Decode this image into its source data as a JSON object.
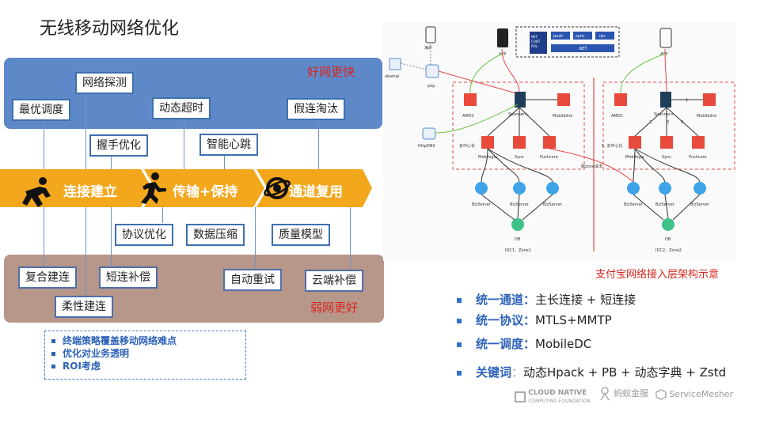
{
  "slide": {
    "title": "无线移动网络优化"
  },
  "panels": {
    "good_network": "好网更快",
    "weak_network": "弱网更好"
  },
  "top_tags": {
    "network_probe": "网络探测",
    "optimal_schedule": "最优调度",
    "dynamic_timeout": "动态超时",
    "fake_conn_eliminate": "假连淘汰",
    "handshake_opt": "握手优化",
    "smart_heartbeat": "智能心跳"
  },
  "steps": {
    "connect": "连接建立",
    "transfer": "传输+保持",
    "reuse": "通道复用"
  },
  "middle_tags": {
    "protocol_opt": "协议优化",
    "data_compress": "数据压缩",
    "quality_model": "质量模型"
  },
  "bottom_tags": {
    "composite_reconnect": "复合建连",
    "short_conn_comp": "短连补偿",
    "auto_retry": "自动重试",
    "cloud_comp": "云端补偿",
    "flexible_connect": "柔性建连"
  },
  "summary_bullets": [
    "终端策略覆盖移动网络难点",
    "优化对业务透明",
    "ROI考虑"
  ],
  "architecture": {
    "caption": "支付宝网络接入层架构示意",
    "labels": {
      "outside": "海外",
      "akamai": "akamai",
      "pop": "pop",
      "app1": "APP",
      "app2": "APP",
      "net_cont_rol": [
        "NET",
        "CONT",
        "ROL"
      ],
      "push": "push",
      "sync": "sync",
      "rpc": "rpc",
      "net": ".NET",
      "amdc1": "AMDC",
      "spanner1": "Spanner+",
      "mobilelink1": "Mobilelink",
      "httpdns": "HttpDNS",
      "decentral1": "去中心化",
      "mobilegw1": "Mobilegw",
      "sync1": "Sync",
      "pushcore1": "Pushcore",
      "cross_zone": "跨zone请求",
      "bizserver": "BizServer",
      "db1": "DB",
      "idc1": "IDC1、Zone1",
      "amdc2": "AMDC",
      "spanner2": "Spanner+",
      "mobilelink2": "Mobilelink",
      "decentral2": "5: 去中心化",
      "mobilegw2": "Mobilegw",
      "sync2": "Sync",
      "pushcore2": "Pushcore",
      "db2": "DB",
      "idc2": "IDC2、Zone2",
      "n1": "1",
      "n2": "2",
      "n3": "3",
      "n4": "4"
    }
  },
  "key_points": [
    {
      "key": "统一通道",
      "sep": "：",
      "value": "主长连接 + 短连接"
    },
    {
      "key": "统一协议",
      "sep": "：",
      "value": "MTLS+MMTP"
    },
    {
      "key": "统一调度",
      "sep": "：",
      "value": "MobileDC"
    },
    {
      "key": "关键词",
      "sep": "：",
      "value": "动态Hpack + PB +  动态字典 + Zstd"
    }
  ],
  "footer_logos": {
    "cncf_line1": "CLOUD NATIVE",
    "cncf_line2": "COMPUTING FOUNDATION",
    "antfin": "蚂蚁金服",
    "servicemesher": "ServiceMesher"
  },
  "colors": {
    "top_panel": "#5e89c9",
    "bottom_panel": "#b6978a",
    "arrow_band": "#f3a71c",
    "accent_red": "#d9261c",
    "accent_blue": "#2d62b9"
  },
  "icons": [
    "runner-start-icon",
    "runner-icon",
    "channel-ring-icon"
  ]
}
